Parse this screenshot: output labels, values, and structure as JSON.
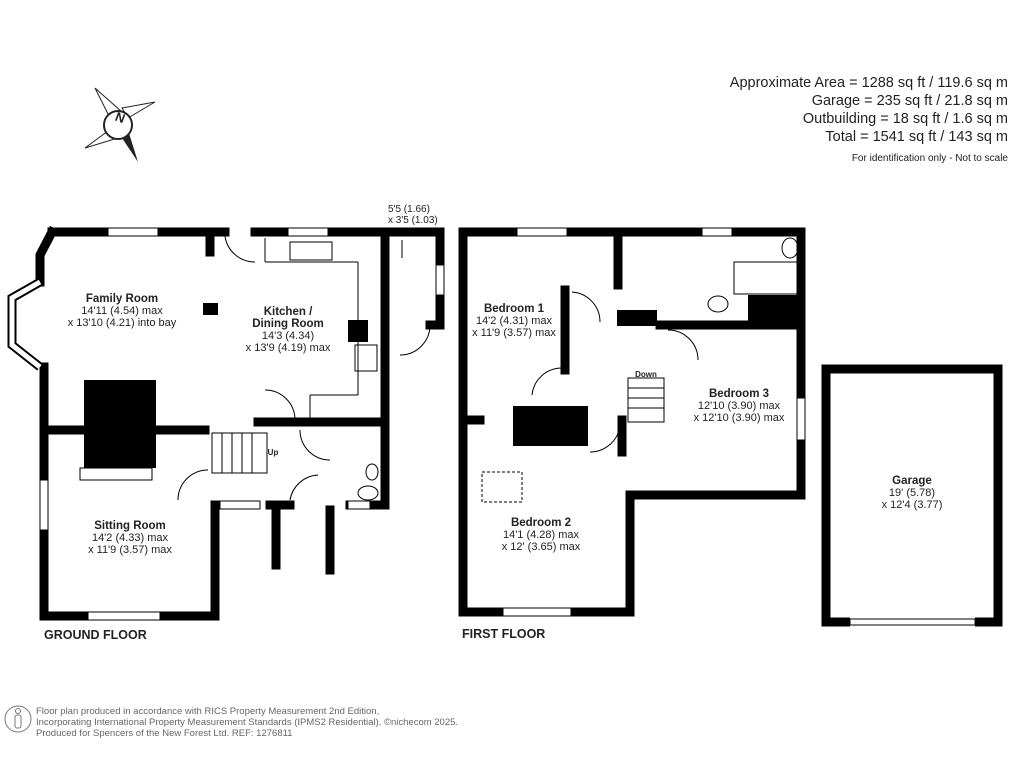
{
  "summary": {
    "lines": [
      "Approximate Area = 1288 sq ft / 119.6 sq m",
      "Garage = 235 sq ft / 21.8 sq m",
      "Outbuilding = 18 sq ft / 1.6 sq m",
      "Total = 1541 sq ft / 143 sq m"
    ],
    "note": "For identification only - Not to scale"
  },
  "compass": {
    "label": "N"
  },
  "ground_floor": {
    "label": "GROUND FLOOR",
    "rooms": [
      {
        "name": "Family Room",
        "dim1": "14'11 (4.54) max",
        "dim2": "x 13'10 (4.21) into bay"
      },
      {
        "name": "Kitchen /",
        "name2": "Dining Room",
        "dim1": "14'3 (4.34)",
        "dim2": "x 13'9 (4.19) max"
      },
      {
        "name": "Sitting Room",
        "dim1": "14'2 (4.33) max",
        "dim2": "x 11'9 (3.57) max"
      }
    ],
    "outbuilding": {
      "dim1": "5'5 (1.66)",
      "dim2": "x 3'5 (1.03)"
    },
    "stairs": "Up"
  },
  "first_floor": {
    "label": "FIRST FLOOR",
    "rooms": [
      {
        "name": "Bedroom 1",
        "dim1": "14'2 (4.31) max",
        "dim2": "x 11'9 (3.57) max"
      },
      {
        "name": "Bedroom 2",
        "dim1": "14'1 (4.28) max",
        "dim2": "x 12' (3.65) max"
      },
      {
        "name": "Bedroom 3",
        "dim1": "12'10 (3.90) max",
        "dim2": "x 12'10 (3.90) max"
      }
    ],
    "stairs": "Down"
  },
  "garage": {
    "name": "Garage",
    "dim1": "19' (5.78)",
    "dim2": "x 12'4 (3.77)"
  },
  "footer": {
    "line1": "Floor plan produced in accordance with RICS Property Measurement 2nd Edition,",
    "line2": "Incorporating International Property Measurement Standards (IPMS2 Residential).   ©nichecom 2025.",
    "line3": "Produced for Spencers of the New Forest Ltd.   REF:  1276811"
  }
}
